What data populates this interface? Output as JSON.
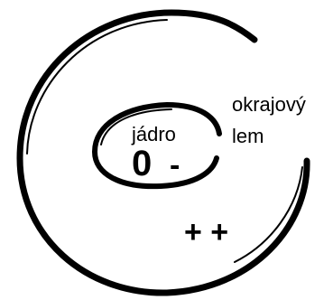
{
  "diagram": {
    "core_label": "jádro",
    "core_value": "0",
    "core_sign": "-",
    "rim_label_line1": "okrajový",
    "rim_label_line2": "lem",
    "rim_signs": "+ +"
  },
  "colors": {
    "stroke": "#000000",
    "background": "#ffffff"
  }
}
